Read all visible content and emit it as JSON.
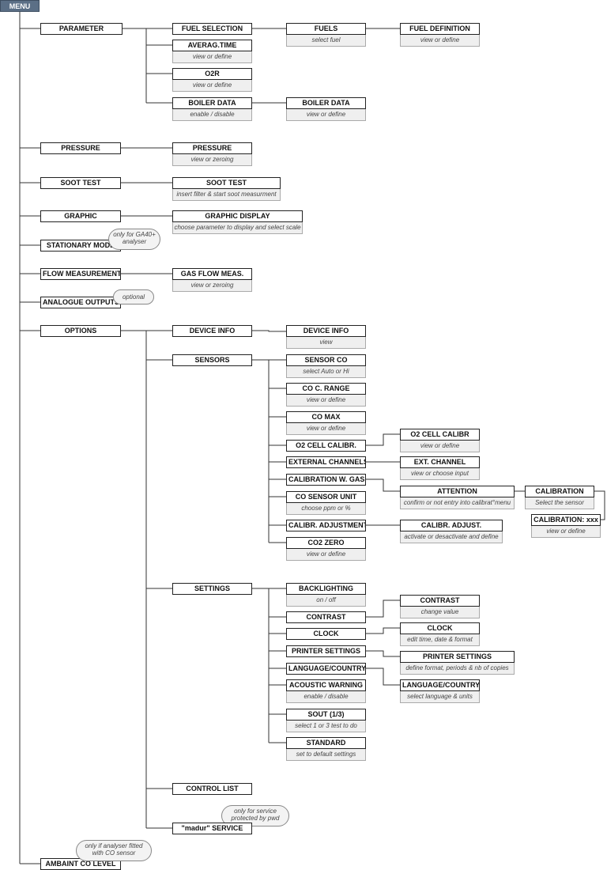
{
  "menu_label": "MENU",
  "parameter": {
    "label": "PARAMETER",
    "fuel_selection": "FUEL SELECTION",
    "fuels": {
      "title": "FUELS",
      "sub": "select fuel"
    },
    "fuel_definition": {
      "title": "FUEL DEFINITION",
      "sub": "view or define"
    },
    "averag_time": {
      "title": "AVERAG.TIME",
      "sub": "view or define"
    },
    "o2r": {
      "title": "O2R",
      "sub": "view or define"
    },
    "boiler_data": {
      "title": "BOILER DATA",
      "sub": "enable / disable"
    },
    "boiler_data_detail": {
      "title": "BOILER DATA",
      "sub": "view or define"
    }
  },
  "pressure": {
    "label": "PRESSURE",
    "detail": {
      "title": "PRESSURE",
      "sub": "view or zeroing"
    }
  },
  "soot_test": {
    "label": "SOOT TEST",
    "detail": {
      "title": "SOOT TEST",
      "sub": "insert filter & start soot measurment"
    }
  },
  "graphic": {
    "label": "GRAPHIC",
    "detail": {
      "title": "GRAPHIC DISPLAY",
      "sub": "choose parameter to display and select scale"
    }
  },
  "stationary_mode": {
    "label": "STATIONARY MODE",
    "note": "only for GA40+\nanalyser"
  },
  "flow_measurement": {
    "label": "FLOW MEASUREMENT",
    "detail": {
      "title": "GAS FLOW MEAS.",
      "sub": "view or zeroing"
    }
  },
  "analogue_outputs": {
    "label": "ANALOGUE OUTPUTS",
    "note": "optional"
  },
  "options": {
    "label": "OPTIONS",
    "device_info": {
      "label": "DEVICE INFO",
      "detail": {
        "title": "DEVICE INFO",
        "sub": "view"
      }
    },
    "sensors": {
      "label": "SENSORS",
      "sensor_co": {
        "title": "SENSOR CO",
        "sub": "select Auto or Hi"
      },
      "co_c_range": {
        "title": "CO C. RANGE",
        "sub": "view or define"
      },
      "co_max": {
        "title": "CO MAX",
        "sub": "view or define"
      },
      "o2_cell_calibr": "O2 CELL CALIBR.",
      "o2_cell_calibr_detail": {
        "title": "O2 CELL CALIBR",
        "sub": "view or define"
      },
      "external_channels": "EXTERNAL CHANNELS",
      "ext_channel": {
        "title": "EXT. CHANNEL",
        "sub": "view or choose input"
      },
      "calibration_w_gas": "CALIBRATION W. GAS",
      "attention": {
        "title": "ATTENTION",
        "sub": "confirm or not entry into calibrat°menu"
      },
      "calibration": {
        "title": "CALIBRATION",
        "sub": "Select the sensor"
      },
      "calibration_xxx": {
        "title": "CALIBRATION: xxx",
        "sub": "view or define"
      },
      "co_sensor_unit": {
        "title": "CO SENSOR UNIT",
        "sub": "choose ppm or %"
      },
      "calibr_adjustment": "CALIBR. ADJUSTMENT",
      "calibr_adjust_detail": {
        "title": "CALIBR. ADJUST.",
        "sub": "activate or desactivate and define"
      },
      "co2_zero": {
        "title": "CO2 ZERO",
        "sub": "view or define"
      }
    },
    "settings": {
      "label": "SETTINGS",
      "backlighting": {
        "title": "BACKLIGHTING",
        "sub": "on / off"
      },
      "contrast": "CONTRAST",
      "contrast_detail": {
        "title": "CONTRAST",
        "sub": "change value"
      },
      "clock": "CLOCK",
      "clock_detail": {
        "title": "CLOCK",
        "sub": "edit time, date & format"
      },
      "printer_settings": "PRINTER SETTINGS",
      "printer_settings_detail": {
        "title": "PRINTER SETTINGS",
        "sub": "define format, periods & nb of copies"
      },
      "language_country": "LANGUAGE/COUNTRY",
      "language_country_detail": {
        "title": "LANGUAGE/COUNTRY",
        "sub": "select language & units"
      },
      "acoustic_warning": {
        "title": "ACOUSTIC WARNING",
        "sub": "enable / disable"
      },
      "sout": {
        "title": "SOUT (1/3)",
        "sub": "select 1 or 3 test to do"
      },
      "standard": {
        "title": "STANDARD",
        "sub": "set to default settings"
      }
    },
    "control_list": "CONTROL LIST",
    "madur_service": {
      "label": "\"madur\" SERVICE",
      "note": "only for service\nprotected by pwd"
    }
  },
  "ambaint_co_level": {
    "label": "AMBAINT CO LEVEL",
    "note": "only if analyser fitted\nwith CO sensor"
  }
}
